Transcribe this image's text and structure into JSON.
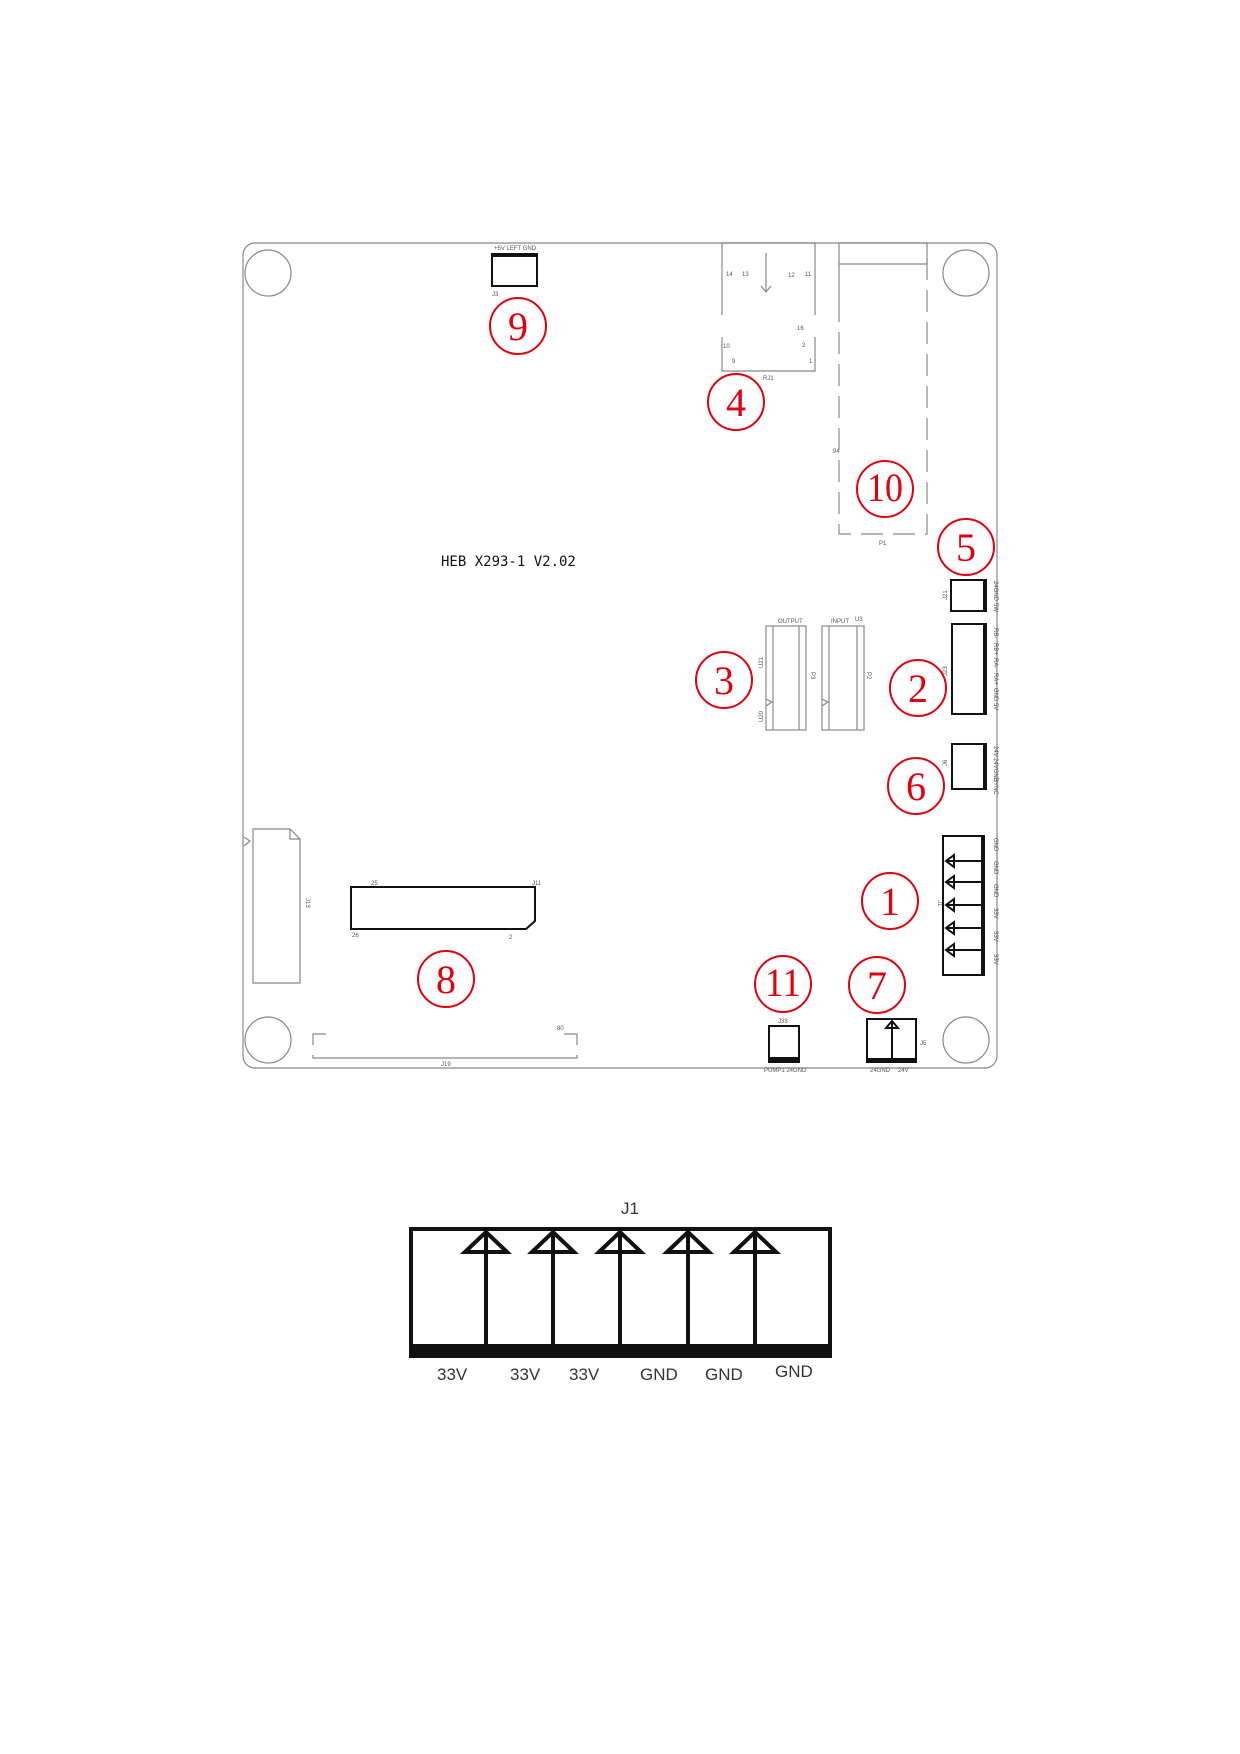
{
  "board": {
    "title": "HEB X293-1 V2.02",
    "callouts": [
      "1",
      "2",
      "3",
      "4",
      "5",
      "6",
      "7",
      "8",
      "9",
      "10",
      "11"
    ],
    "j3": {
      "ref": "J3",
      "pins": "+5V  LEFT  GND"
    },
    "rj1": {
      "ref": "RJ1",
      "pins": [
        "14",
        "13",
        "12",
        "11",
        "16",
        "10",
        "2",
        "9",
        "1"
      ]
    },
    "p1": {
      "ref": "P1",
      "pin": "94"
    },
    "j21": {
      "ref": "J21",
      "pins": [
        "24GND",
        "5W"
      ]
    },
    "j23": {
      "ref": "J23",
      "pins": [
        "RB-",
        "RB+",
        "RA-",
        "RA+",
        "GND",
        "5V"
      ]
    },
    "j6": {
      "ref": "J6",
      "pins": [
        "24V",
        "24VGND",
        "SYNC"
      ]
    },
    "p3": {
      "ref": "P3",
      "label": "OUTPUT",
      "u1": "U21",
      "u2": "U20"
    },
    "p2": {
      "ref": "P2",
      "label": "INPUT",
      "u": "U3"
    },
    "j1": {
      "ref": "J1",
      "pins": [
        "GND",
        "GND",
        "GND",
        "33V",
        "33V",
        "33V"
      ]
    },
    "j5": {
      "ref": "J5",
      "pins": [
        "24GND",
        "24V"
      ]
    },
    "j33": {
      "ref": "J33",
      "pins": "PUMP1  24GND"
    },
    "j13": {
      "ref": "J13"
    },
    "j11": {
      "ref": "J11",
      "pins": [
        "25",
        "26",
        "2"
      ]
    },
    "j19": {
      "ref": "J19",
      "pin": "80"
    }
  },
  "detail": {
    "ref": "J1",
    "pins": [
      "33V",
      "33V",
      "33V",
      "GND",
      "GND",
      "GND"
    ]
  },
  "colors": {
    "callout": "#e00010",
    "line": "#888888",
    "ink": "#111111"
  }
}
